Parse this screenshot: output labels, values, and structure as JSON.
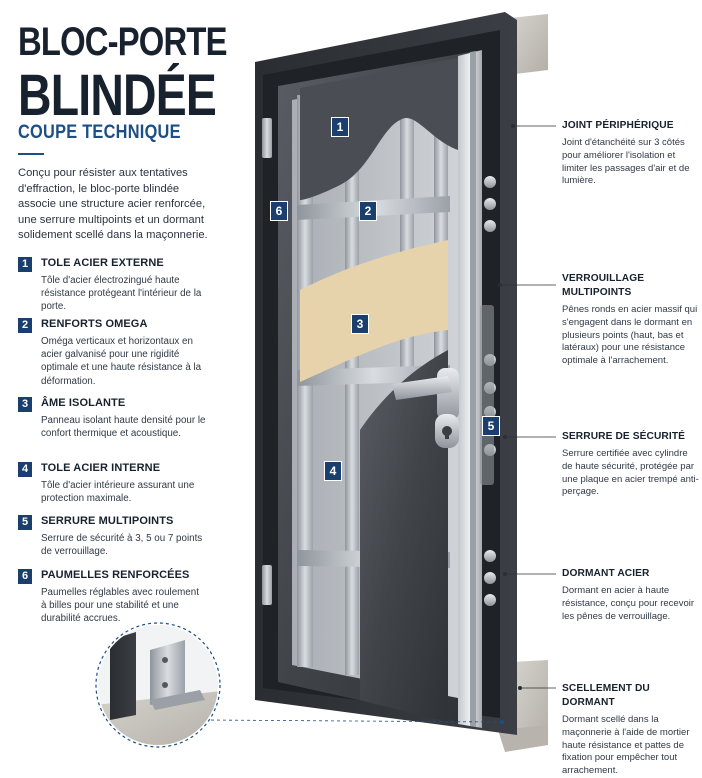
{
  "header": {
    "line1": "BLOC-PORTE",
    "line2": "BLINDÉE",
    "subtitle": "COUPE TECHNIQUE"
  },
  "intro": "Conçu pour résister aux tentatives d'effraction, le bloc-porte blindée associe une structure acier renforcée, une serrure multipoints et un dormant solidement scellé dans la maçonnerie.",
  "items": [
    {
      "num": "1",
      "title": "TOLE ACIER EXTERNE",
      "desc": "Tôle d'acier électrozingué haute résistance protégeant l'intérieur de la porte."
    },
    {
      "num": "2",
      "title": "RENFORTS OMEGA",
      "desc": "Oméga verticaux et horizontaux en acier galvanisé pour une rigidité optimale et une haute résistance à la déformation."
    },
    {
      "num": "3",
      "title": "ÂME ISOLANTE",
      "desc": "Panneau isolant haute densité pour le confort thermique et acoustique."
    },
    {
      "num": "4",
      "title": "TOLE ACIER INTERNE",
      "desc": "Tôle d'acier intérieure assurant une protection maximale."
    },
    {
      "num": "5",
      "title": "SERRURE MULTIPOINTS",
      "desc": "Serrure de sécurité à 3, 5 ou 7 points de verrouillage."
    },
    {
      "num": "6",
      "title": "PAUMELLES RENFORCÉES",
      "desc": "Paumelles réglables avec roulement à billes pour une stabilité et une durabilité accrues."
    }
  ],
  "callouts": [
    {
      "title": "JOINT PÉRIPHÉRIQUE",
      "desc": "Joint d'étanchéité sur 3 côtés pour améliorer l'isolation et limiter les passages d'air et de lumière."
    },
    {
      "title": "VERROUILLAGE MULTIPOINTS",
      "desc": "Pênes ronds en acier massif qui s'engagent dans le dormant en plusieurs points (haut, bas et latéraux) pour une résistance optimale à l'arrachement."
    },
    {
      "title": "SERRURE DE SÉCURITÉ",
      "desc": "Serrure certifiée avec cylindre de haute sécurité, protégée par une plaque en acier trempé anti-perçage."
    },
    {
      "title": "DORMANT ACIER",
      "desc": "Dormant en acier à haute résistance, conçu pour recevoir les pênes de verrouillage."
    },
    {
      "title": "SCELLEMENT DU DORMANT",
      "desc": "Dormant scellé dans la maçonnerie à l'aide de mortier haute résistance et pattes de fixation pour empêcher tout arrachement."
    }
  ],
  "door_badges": [
    "1",
    "2",
    "3",
    "4",
    "5",
    "6"
  ],
  "colors": {
    "navy": "#1a3e6e",
    "accent_blue": "#1c4f86",
    "frame": "#2e3136",
    "steel": "#b9bec4",
    "insulation": "#e7d3ab",
    "wall": "#c9c6c0"
  }
}
